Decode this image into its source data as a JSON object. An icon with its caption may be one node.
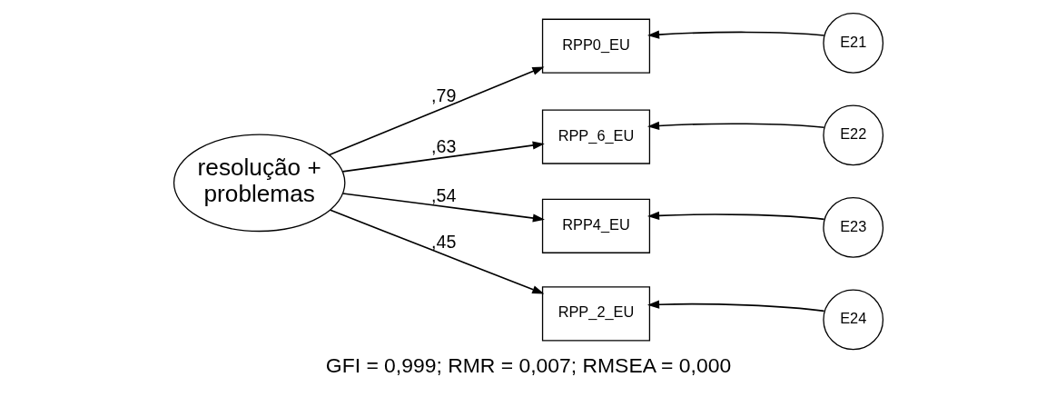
{
  "diagram": {
    "caption": "GFI = 0,999; RMR = 0,007; RMSEA = 0,000",
    "nodes": [
      {
        "text": [
          "resolução + problemas"
        ]
      },
      {
        "text": [
          "RPP0_EU"
        ]
      },
      {
        "text": [
          "RPP_6_EU"
        ]
      },
      {
        "text": [
          "RPP4_EU"
        ]
      },
      {
        "text": [
          "RPP_2_EU"
        ]
      },
      {
        "text": [
          "E21"
        ]
      },
      {
        "text": [
          "E22"
        ]
      },
      {
        "text": [
          "E23"
        ]
      },
      {
        "text": [
          "E24"
        ]
      }
    ],
    "edges": [
      {
        "from": 0,
        "to": 1,
        "arrow": "to",
        "label": ",79"
      },
      {
        "from": 0,
        "to": 2,
        "arrow": "to",
        "label": ",63"
      },
      {
        "from": 0,
        "to": 3,
        "arrow": "to",
        "label": ",54"
      },
      {
        "from": 0,
        "to": 4,
        "arrow": "to",
        "label": ",45"
      },
      {
        "from": 5,
        "to": 1,
        "arrow": "to"
      },
      {
        "from": 6,
        "to": 2,
        "arrow": "to"
      },
      {
        "from": 7,
        "to": 3,
        "arrow": "to"
      },
      {
        "from": 8,
        "to": 4,
        "arrow": "to"
      }
    ]
  }
}
